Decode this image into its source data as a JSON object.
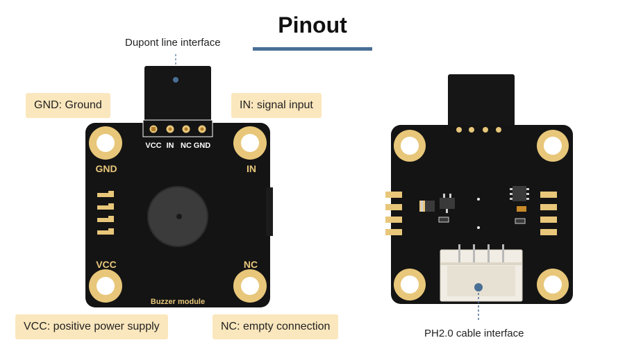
{
  "title": "Pinout",
  "colors": {
    "accent_bar": "#4a6f95",
    "board": "#141414",
    "gold": "#e8c77a",
    "callout_bg": "#fbe7bd",
    "connector": "#f1ede4"
  },
  "labels": {
    "dupont": "Dupont line interface",
    "gnd_callout": "GND: Ground",
    "in_callout": "IN: signal input",
    "vcc_callout": "VCC: positive power supply",
    "nc_callout": "NC: empty connection",
    "ph20": "PH2.0 cable interface"
  },
  "board_front": {
    "pin_labels": [
      "VCC",
      "IN",
      "NC",
      "GND"
    ],
    "corner_labels": {
      "top_left": "GND",
      "top_right": "IN",
      "bottom_left": "VCC",
      "bottom_right": "NC"
    },
    "module_name": "Buzzer module"
  }
}
